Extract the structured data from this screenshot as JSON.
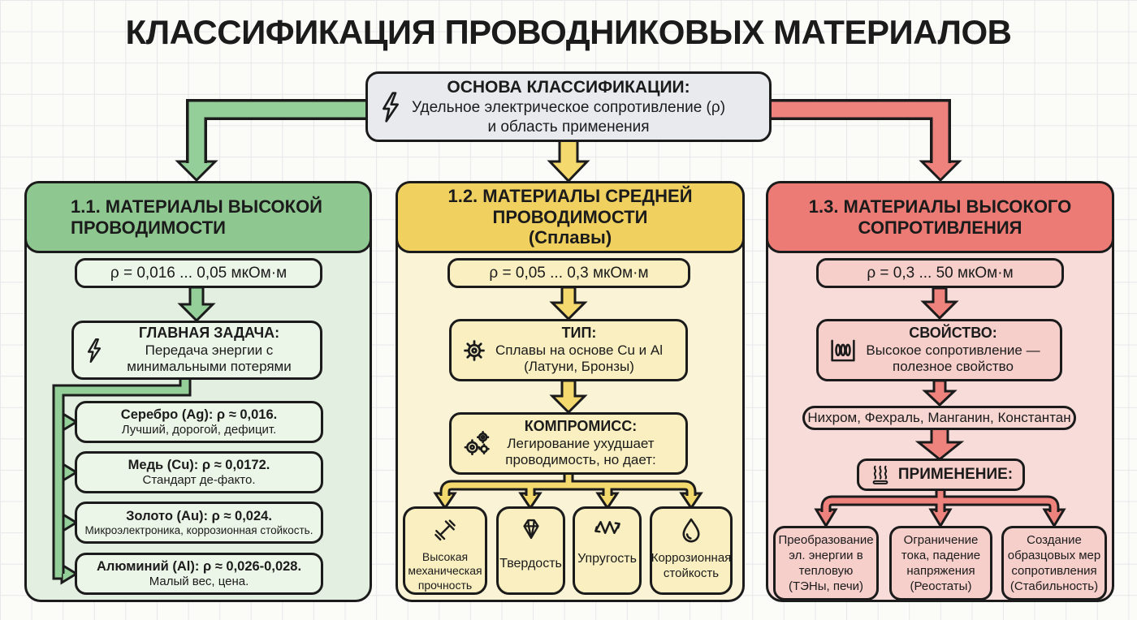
{
  "title": "КЛАССИФИКАЦИЯ ПРОВОДНИКОВЫХ МАТЕРИАЛОВ",
  "root": {
    "heading": "ОСНОВА КЛАССИФИКАЦИИ:",
    "line1": "Удельное электрическое сопротивление (ρ)",
    "line2": "и область применения",
    "icon": "lightning-icon"
  },
  "col1": {
    "header": "1.1. МАТЕРИАЛЫ ВЫСОКОЙ ПРОВОДИМОСТИ",
    "rho": "ρ = 0,016 ... 0,05 мкОм·м",
    "task": {
      "heading": "ГЛАВНАЯ ЗАДАЧА:",
      "line1": "Передача энергии с",
      "line2": "минимальными потерями",
      "icon": "lightning-icon"
    },
    "materials": [
      {
        "name": "Серебро (Ag): ρ ≈ 0,016.",
        "desc": "Лучший, дорогой, дефицит."
      },
      {
        "name": "Медь (Cu): ρ ≈ 0,0172.",
        "desc": "Стандарт де-факто."
      },
      {
        "name": "Золото (Au): ρ ≈ 0,024.",
        "desc": "Микроэлектроника, коррозионная стойкость."
      },
      {
        "name": "Алюминий (Al): ρ ≈ 0,026-0,028.",
        "desc": "Малый вес, цена."
      }
    ]
  },
  "col2": {
    "header": "1.2. МАТЕРИАЛЫ СРЕДНЕЙ ПРОВОДИМОСТИ",
    "subheader": "(Сплавы)",
    "rho": "ρ = 0,05 ... 0,3 мкОм·м",
    "type": {
      "heading": "ТИП:",
      "line1": "Сплавы на основе Cu и Al",
      "line2": "(Латуни, Бронзы)",
      "icon": "gear-icon"
    },
    "tradeoff": {
      "heading": "КОМПРОМИСС:",
      "line1": "Легирование ухудшает",
      "line2": "проводимость, но дает:",
      "icon": "gears-icon"
    },
    "benefits": [
      {
        "label": "Высокая механическая прочность",
        "icon": "strength-icon"
      },
      {
        "label": "Твердость",
        "icon": "diamond-icon"
      },
      {
        "label": "Упругость",
        "icon": "spring-icon"
      },
      {
        "label": "Коррозионная стойкость",
        "icon": "droplet-icon"
      }
    ]
  },
  "col3": {
    "header": "1.3. МАТЕРИАЛЫ ВЫСОКОГО СОПРОТИВЛЕНИЯ",
    "rho": "ρ = 0,3 ... 50 мкОм·м",
    "property": {
      "heading": "СВОЙСТВО:",
      "line1": "Высокое сопротивление —",
      "line2": "полезное свойство",
      "icon": "heating-element-icon"
    },
    "alloys": "Нихром, Фехраль, Манганин, Константан",
    "application_heading": "ПРИМЕНЕНИЕ:",
    "application_icon": "heat-steam-icon",
    "applications": [
      "Преобразование эл. энергии в тепловую (ТЭНы, печи)",
      "Ограничение тока, падение напряжения (Реостаты)",
      "Создание образцовых мер сопротивления (Стабильность)"
    ]
  },
  "colors": {
    "ink": "#1b1b1b",
    "grid_bg": "#fbfbf8",
    "grid_line": "#e7e8ea",
    "root_fill": "#e8eaee",
    "green_header": "#8fc791",
    "green_panel": "#e3efe0",
    "green_light": "#ecf6e8",
    "green_arrow": "#94ce98",
    "yellow_header": "#f0d160",
    "yellow_panel": "#faf3d5",
    "yellow_light": "#f9efc0",
    "yellow_arrow": "#f4d96f",
    "red_header": "#ec7b75",
    "red_panel": "#f8dcda",
    "red_light": "#f6cfcb",
    "red_soft": "#f7d6d2",
    "red_arrow": "#ee837d"
  }
}
